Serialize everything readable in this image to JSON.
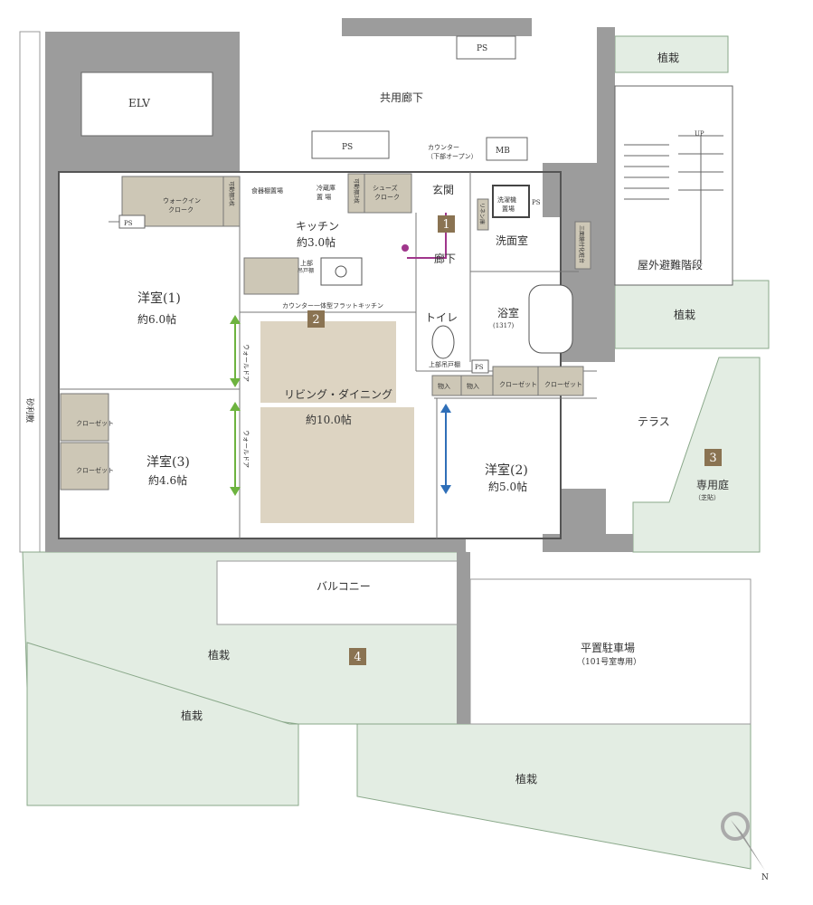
{
  "colors": {
    "wall": "#9c9c9c",
    "green": "#e3ede3",
    "green_border": "#8aa88a",
    "floor_accent": "#ddd4c2",
    "storage": "#cdc7b6",
    "badge": "#8a7352",
    "arrow_green": "#6db33f",
    "arrow_blue": "#2f6fb8",
    "line_purple": "#a0368c"
  },
  "labels": {
    "elv": "ELV",
    "common_corridor": "共用廊下",
    "ps": "PS",
    "mb": "MB",
    "counter": "カウンター",
    "counter_note": "（下部オープン）",
    "walk_in": "ウォークイン",
    "walk_in2": "クローク",
    "shelf": "可動棚5枚",
    "shelf2": "可動棚3枚",
    "dish": "食器棚置場",
    "fridge": "冷蔵庫",
    "fridge2": "置 場",
    "shoes": "シューズ",
    "shoes2": "クローク",
    "entrance": "玄関",
    "kitchen": "キッチン",
    "kitchen_size": "約3.0帖",
    "upper_cabinet": "上部",
    "upper_cabinet2": "吊戸棚",
    "kitchen_counter": "カウンター一体型フラットキッチン",
    "washer": "洗濯機",
    "washer2": "置場",
    "linen": "リネン庫",
    "washroom": "洗面室",
    "hall": "廊下",
    "toilet": "トイレ",
    "toilet_cab": "上部吊戸棚",
    "bath": "浴室",
    "bath_size": "(1317)",
    "mirror": "三面鏡付化粧台",
    "room1": "洋室(1)",
    "room1_size": "約6.0帖",
    "room3": "洋室(3)",
    "room3_size": "約4.6帖",
    "room2": "洋室(2)",
    "room2_size": "約5.0帖",
    "ldk": "リビング・ダイニング",
    "ldk_size": "約10.0帖",
    "wall_door": "ウォールドア",
    "closet": "クローゼット",
    "storage": "物入",
    "gravel": "砂利敷",
    "stairs": "屋外避難階段",
    "up": "UP",
    "planting": "植栽",
    "terrace": "テラス",
    "garden": "専用庭",
    "garden_note": "（芝貼）",
    "balcony": "バルコニー",
    "parking": "平置駐車場",
    "parking_note": "（101号室専用）",
    "compass_n": "N"
  },
  "badges": [
    "1",
    "2",
    "3",
    "4"
  ]
}
